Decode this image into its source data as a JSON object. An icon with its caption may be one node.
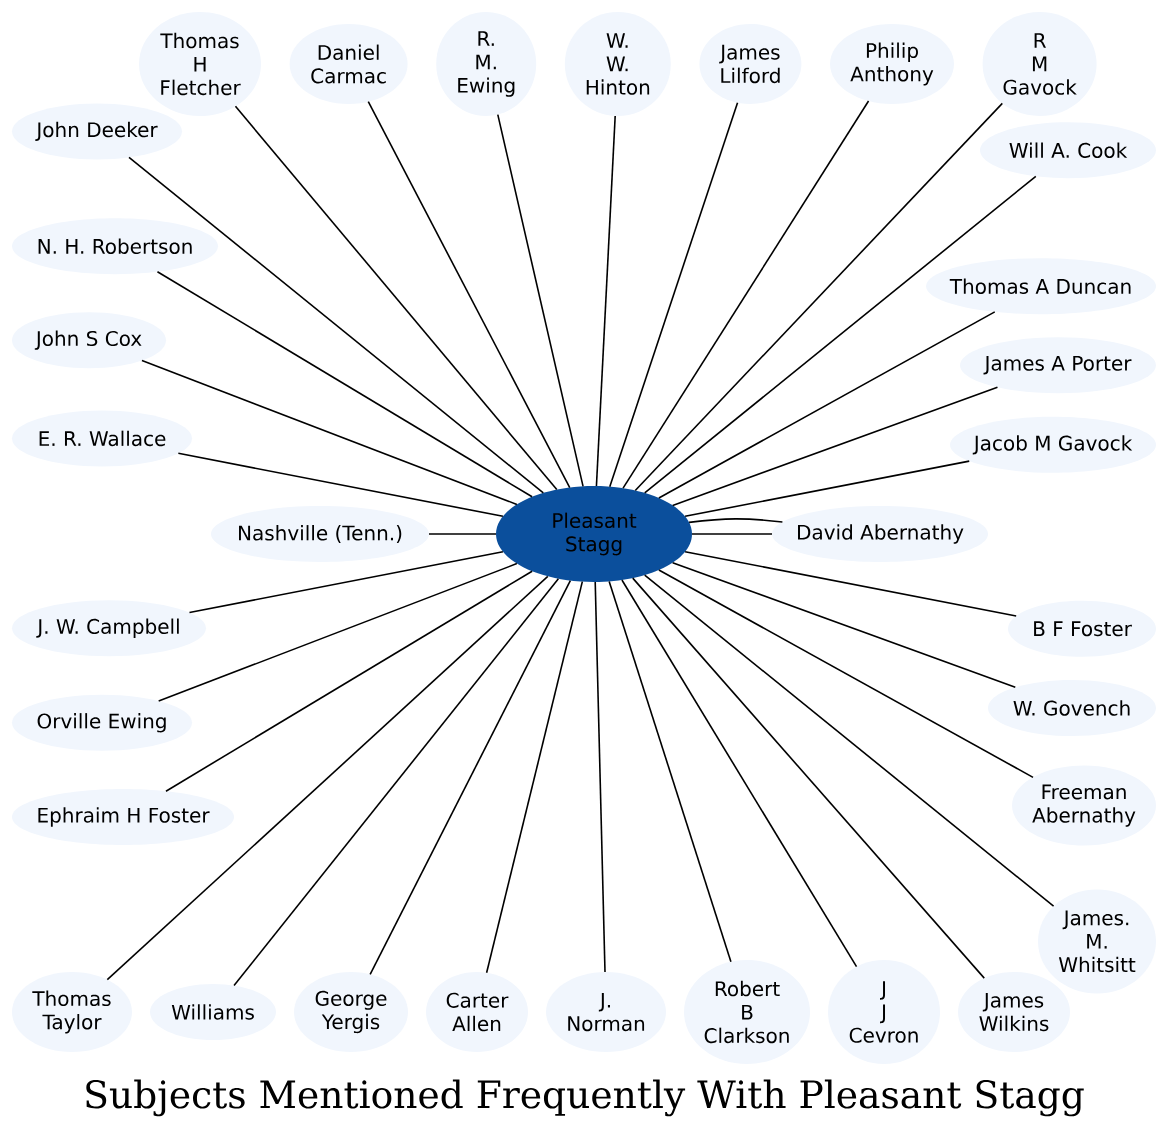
{
  "diagram": {
    "title": "Subjects Mentioned Frequently With Pleasant Stagg",
    "nodes": [
      {
        "text": [
          "Pleasant Stagg"
        ]
      },
      {
        "text": [
          "James Lilford"
        ]
      },
      {
        "text": [
          "R. M. Ewing"
        ]
      },
      {
        "text": [
          "Daniel Carmac"
        ]
      },
      {
        "text": [
          "R M Gavock"
        ]
      },
      {
        "text": [
          "W. W. Hinton"
        ]
      },
      {
        "text": [
          "Philip Anthony"
        ]
      },
      {
        "text": [
          "John Deeker"
        ]
      },
      {
        "text": [
          "Thomas H Fletcher"
        ]
      },
      {
        "text": [
          "N. H. Robertson"
        ]
      },
      {
        "text": [
          "Thomas A Duncan"
        ]
      },
      {
        "text": [
          "Will A. Cook"
        ]
      },
      {
        "text": [
          "James A Porter"
        ]
      },
      {
        "text": [
          "John S Cox"
        ]
      },
      {
        "text": [
          "E. R. Wallace"
        ]
      },
      {
        "text": [
          "Nashville (Tenn.)"
        ]
      },
      {
        "text": [
          "Jacob M Gavock"
        ]
      },
      {
        "text": [
          "J. W. Campbell"
        ]
      },
      {
        "text": [
          "David Abernathy"
        ]
      },
      {
        "text": [
          "B F Foster"
        ]
      },
      {
        "text": [
          "Orville Ewing"
        ]
      },
      {
        "text": [
          "W. Govench"
        ]
      },
      {
        "text": [
          "Thomas Taylor"
        ]
      },
      {
        "text": [
          "James Wilkins"
        ]
      },
      {
        "text": [
          "Ephraim H Foster"
        ]
      },
      {
        "text": [
          "Freeman Abernathy"
        ]
      },
      {
        "text": [
          "J. Norman"
        ]
      },
      {
        "text": [
          "James. M. Whitsitt"
        ]
      },
      {
        "text": [
          "Williams"
        ]
      },
      {
        "text": [
          "George Yergis"
        ]
      },
      {
        "text": [
          "J J Cevron"
        ]
      },
      {
        "text": [
          "Carter Allen"
        ]
      },
      {
        "text": [
          "Robert B Clarkson"
        ]
      }
    ],
    "edges": [
      {
        "from": 0,
        "to": 1,
        "arrow": "none"
      },
      {
        "from": 0,
        "to": 2,
        "arrow": "none"
      },
      {
        "from": 0,
        "to": 3,
        "arrow": "none"
      },
      {
        "from": 0,
        "to": 4,
        "arrow": "none"
      },
      {
        "from": 0,
        "to": 5,
        "arrow": "none"
      },
      {
        "from": 0,
        "to": 6,
        "arrow": "none"
      },
      {
        "from": 0,
        "to": 7,
        "arrow": "none"
      },
      {
        "from": 0,
        "to": 8,
        "arrow": "none"
      },
      {
        "from": 0,
        "to": 9,
        "arrow": "none"
      },
      {
        "from": 0,
        "to": 10,
        "arrow": "none"
      },
      {
        "from": 0,
        "to": 11,
        "arrow": "none"
      },
      {
        "from": 0,
        "to": 12,
        "arrow": "none"
      },
      {
        "from": 0,
        "to": 13,
        "arrow": "none"
      },
      {
        "from": 0,
        "to": 14,
        "arrow": "none"
      },
      {
        "from": 0,
        "to": 15,
        "arrow": "none"
      },
      {
        "from": 0,
        "to": 16,
        "arrow": "none"
      },
      {
        "from": 0,
        "to": 17,
        "arrow": "none"
      },
      {
        "from": 0,
        "to": 18,
        "arrow": "none"
      },
      {
        "from": 0,
        "to": 18,
        "arrow": "none"
      },
      {
        "from": 0,
        "to": 19,
        "arrow": "none"
      },
      {
        "from": 0,
        "to": 20,
        "arrow": "none"
      },
      {
        "from": 0,
        "to": 21,
        "arrow": "none"
      },
      {
        "from": 0,
        "to": 22,
        "arrow": "none"
      },
      {
        "from": 0,
        "to": 23,
        "arrow": "none"
      },
      {
        "from": 0,
        "to": 24,
        "arrow": "none"
      },
      {
        "from": 0,
        "to": 25,
        "arrow": "none"
      },
      {
        "from": 0,
        "to": 26,
        "arrow": "none"
      },
      {
        "from": 0,
        "to": 27,
        "arrow": "none"
      },
      {
        "from": 0,
        "to": 28,
        "arrow": "none"
      },
      {
        "from": 0,
        "to": 29,
        "arrow": "none"
      },
      {
        "from": 0,
        "to": 30,
        "arrow": "none"
      },
      {
        "from": 0,
        "to": 31,
        "arrow": "none"
      },
      {
        "from": 0,
        "to": 32,
        "arrow": "none"
      }
    ]
  }
}
